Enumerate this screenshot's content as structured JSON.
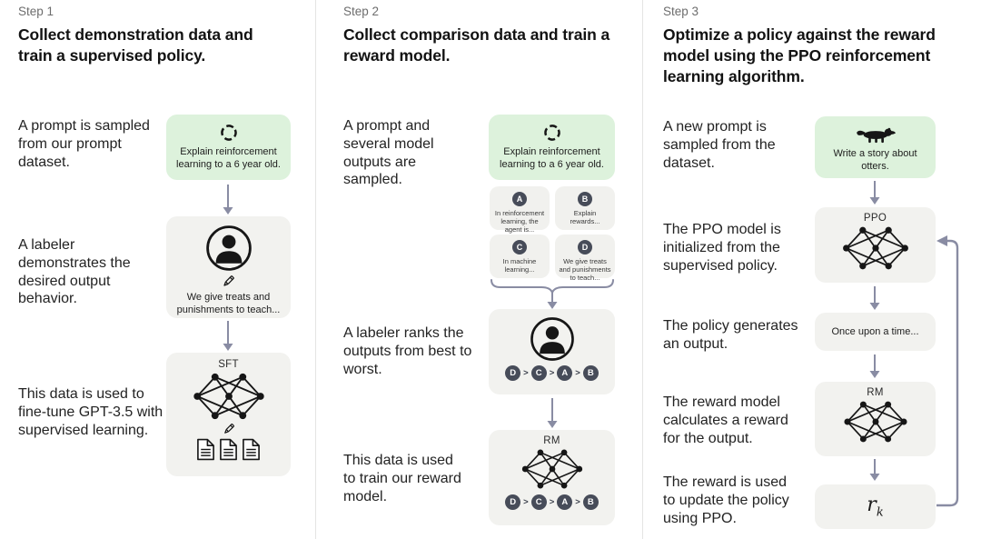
{
  "ui": {
    "gt": ">"
  },
  "colors": {
    "green_box": "#ddf2dc",
    "gray_box": "#f2f2ef",
    "badge_bg": "#474c59",
    "arrow": "#898ca3",
    "divider": "#e4e4e3"
  },
  "step1": {
    "label": "Step 1",
    "heading": "Collect demonstration data and train a supervised policy.",
    "para_prompt": "A prompt is sampled from our prompt dataset.",
    "para_labeler": "A labeler demonstrates the desired output behavior.",
    "para_data": "This data is used to fine-tune GPT-3.5 with supervised learning.",
    "prompt_box": "Explain reinforcement learning to a 6 year old.",
    "labeler_box": "We give treats and punishments to teach...",
    "sft_label": "SFT"
  },
  "step2": {
    "label": "Step 2",
    "heading": "Collect comparison data and train a reward model.",
    "para_prompt": "A prompt and several model outputs are sampled.",
    "para_labeler": "A labeler ranks the outputs from best to worst.",
    "para_data": "This data is used to train our reward model.",
    "prompt_box": "Explain reinforcement learning to a 6 year old.",
    "outputs": [
      {
        "letter": "A",
        "text": "In reinforcement learning, the agent is..."
      },
      {
        "letter": "B",
        "text": "Explain rewards..."
      },
      {
        "letter": "C",
        "text": "In machine learning..."
      },
      {
        "letter": "D",
        "text": "We give treats and punishments to teach..."
      }
    ],
    "ranking": [
      "D",
      "C",
      "A",
      "B"
    ],
    "rm_label": "RM"
  },
  "step3": {
    "label": "Step 3",
    "heading": "Optimize a policy against the reward model using the PPO reinforcement learning algorithm.",
    "para_prompt": "A new prompt is sampled from the dataset.",
    "para_ppo": "The PPO model is initialized from the supervised policy.",
    "para_output": "The policy generates an output.",
    "para_rm": "The reward model calculates a reward for the output.",
    "para_reward": "The reward is used to update the policy using PPO.",
    "prompt_box": "Write a story about otters.",
    "ppo_label": "PPO",
    "output_box": "Once upon a time...",
    "rm_label": "RM",
    "reward_symbol": "r",
    "reward_subscript": "k"
  }
}
